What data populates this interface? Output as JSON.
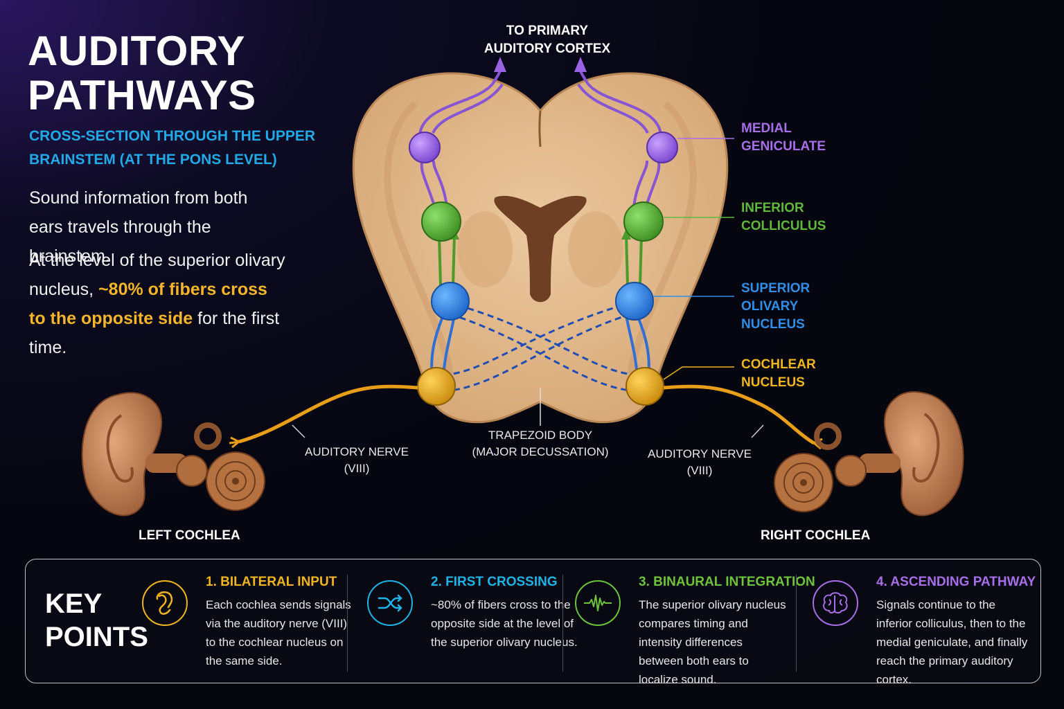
{
  "header": {
    "title": "AUDITORY PATHWAYS",
    "subtitle": "CROSS-SECTION THROUGH THE UPPER BRAINSTEM (AT THE PONS LEVEL)"
  },
  "intro": {
    "para1": "Sound information from both ears travels through the brainstem.",
    "para2_pre": "At the level of the superior olivary nucleus, ",
    "para2_highlight": "~80% of fibers cross to the opposite side",
    "para2_post": " for the first time."
  },
  "diagram": {
    "top_label": "TO PRIMARY AUDITORY CORTEX",
    "labels": {
      "medial_geniculate": "MEDIAL GENICULATE",
      "inferior_colliculus": "INFERIOR COLLICULUS",
      "superior_olivary": "SUPERIOR OLIVARY NUCLEUS",
      "cochlear_nucleus": "COCHLEAR NUCLEUS"
    },
    "auditory_nerve_left": "AUDITORY NERVE (VIII)",
    "auditory_nerve_right": "AUDITORY NERVE (VIII)",
    "trapezoid": "TRAPEZOID BODY (MAJOR DECUSSATION)",
    "left_cochlea": "LEFT COCHLEA",
    "right_cochlea": "RIGHT COCHLEA",
    "colors": {
      "medial_geniculate": "#a66ee8",
      "inferior_colliculus": "#5fba3c",
      "superior_olivary": "#2f8fe8",
      "cochlear_nucleus": "#f0b520",
      "tissue": "#e4bb8f"
    }
  },
  "key_points": {
    "title": "KEY POINTS",
    "items": [
      {
        "heading": "1. BILATERAL INPUT",
        "body": "Each cochlea sends signals via the auditory nerve (VIII) to the cochlear nucleus on the same side.",
        "icon": "ear-icon",
        "color": "#f0b520"
      },
      {
        "heading": "2. FIRST CROSSING",
        "body": "~80% of fibers cross to the opposite side at the level of the superior olivary nucleus.",
        "icon": "shuffle-icon",
        "color": "#1fb3e8"
      },
      {
        "heading": "3. BINAURAL INTEGRATION",
        "body": "The superior olivary nucleus compares timing and intensity differences between both ears to localize sound.",
        "icon": "waveform-icon",
        "color": "#6cc43a"
      },
      {
        "heading": "4. ASCENDING PATHWAY",
        "body": "Signals continue to the inferior colliculus, then to the medial geniculate, and finally reach the primary auditory cortex.",
        "icon": "brain-icon",
        "color": "#a66ee8"
      }
    ]
  }
}
